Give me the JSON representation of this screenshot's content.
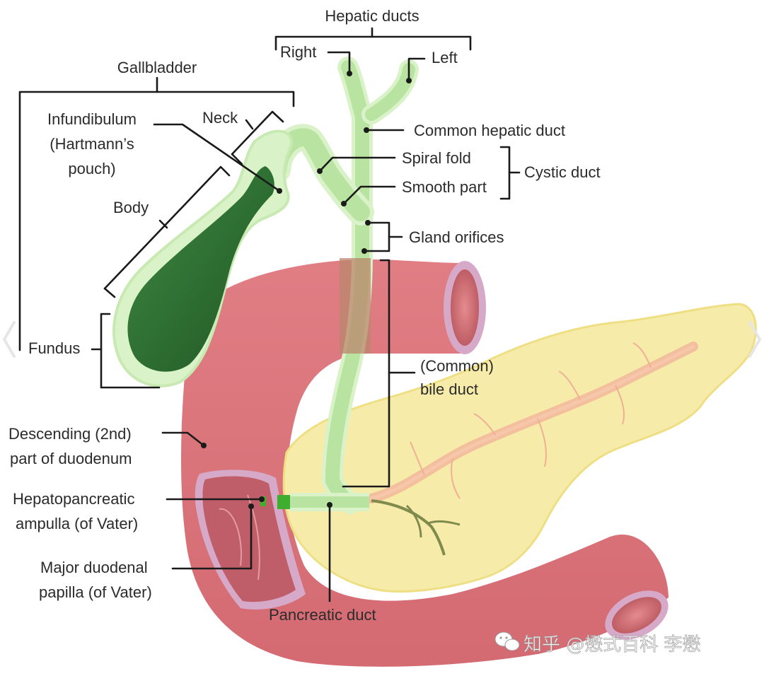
{
  "diagram": {
    "labels": {
      "hepatic_ducts": "Hepatic ducts",
      "right": "Right",
      "left": "Left",
      "gallbladder": "Gallbladder",
      "neck": "Neck",
      "infundibulum_1": "Infundibulum",
      "infundibulum_2": "(Hartmann’s",
      "infundibulum_3": "pouch)",
      "common_hepatic_duct": "Common hepatic duct",
      "spiral_fold": "Spiral fold",
      "smooth_part": "Smooth part",
      "cystic_duct": "Cystic duct",
      "body": "Body",
      "gland_orifices": "Gland orifices",
      "fundus": "Fundus",
      "common_bile_duct_1": "(Common)",
      "common_bile_duct_2": "bile duct",
      "descending_duodenum_1": "Descending (2nd)",
      "descending_duodenum_2": "part of duodenum",
      "ampulla_1": "Hepatopancreatic",
      "ampulla_2": "ampulla (of Vater)",
      "papilla_1": "Major duodenal",
      "papilla_2": "papilla (of Vater)",
      "pancreatic_duct": "Pancreatic duct"
    },
    "watermark": "知乎 @懋式百科 李懋",
    "icons": {
      "prev": "chevron-left-icon",
      "next": "chevron-right-icon",
      "watermark": "wechat-icon"
    },
    "colors": {
      "duodenum": "#d9747a",
      "duodenum_dark": "#b8545c",
      "duodenum_lumen_rim": "#d7a9c9",
      "pancreas": "#f7ebaa",
      "pancreas_outline": "#eedf84",
      "pancreatic_duct": "#f2b79a",
      "biliary": "#b9e3a0",
      "biliary_outline": "#d9f2c8",
      "gallbladder_dark": "#2f6b32",
      "papilla": "#3fae2f",
      "leader_line": "#1a1a1a"
    }
  }
}
